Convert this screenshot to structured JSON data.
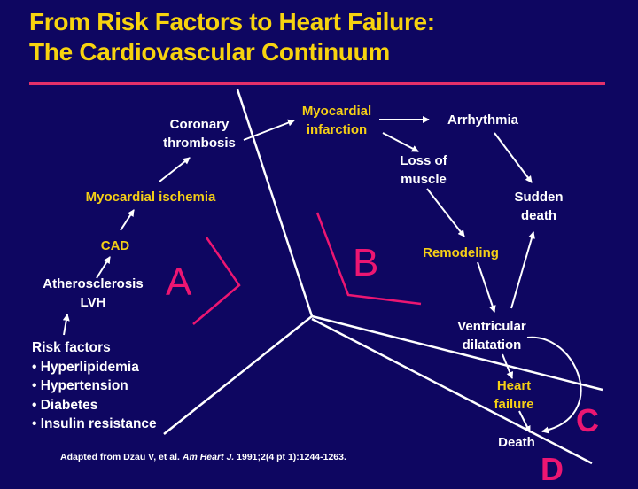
{
  "slide": {
    "title_line1": "From Risk Factors to Heart Failure:",
    "title_line2": "The Cardiovascular Continuum",
    "colors": {
      "background": "#0e0661",
      "title": "#f7d30f",
      "highlight_text": "#f5cf16",
      "separator": "#ec1672",
      "rule": "#e3306a",
      "lines": "#ffffff"
    }
  },
  "nodes": {
    "coronary_thrombosis_1": "Coronary",
    "coronary_thrombosis_2": "thrombosis",
    "myocardial_infarction_1": "Myocardial",
    "myocardial_infarction_2": "infarction",
    "arrhythmia": "Arrhythmia",
    "loss_of_muscle_1": "Loss of",
    "loss_of_muscle_2": "muscle",
    "sudden_death_1": "Sudden",
    "sudden_death_2": "death",
    "myocardial_ischemia": "Myocardial ischemia",
    "remodeling": "Remodeling",
    "cad": "CAD",
    "atherosclerosis": "Atherosclerosis",
    "lvh": "LVH",
    "ventricular_dilatation_1": "Ventricular",
    "ventricular_dilatation_2": "dilatation",
    "heart_failure_1": "Heart",
    "heart_failure_2": "failure",
    "death": "Death"
  },
  "risk_factors": {
    "heading": "Risk factors",
    "items": [
      "• Hyperlipidemia",
      "• Hypertension",
      "• Diabetes",
      "• Insulin resistance"
    ]
  },
  "segments": {
    "a": "A",
    "b": "B",
    "c": "C",
    "d": "D"
  },
  "citation": {
    "prefix": "Adapted from Dzau V, et al. ",
    "journal": "Am Heart J.",
    "suffix": " 1991;2(4 pt 1):1244-1263."
  }
}
